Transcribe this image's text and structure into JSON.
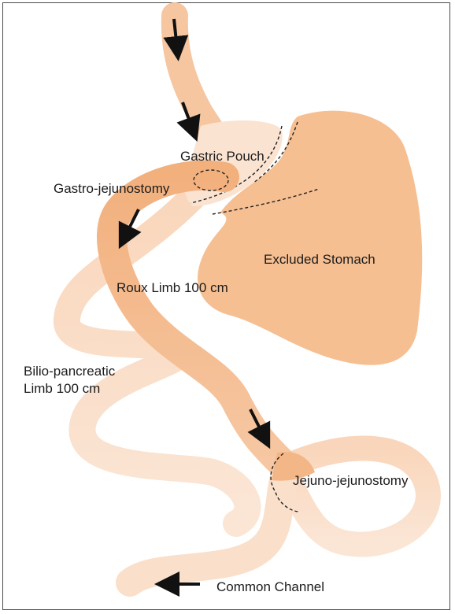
{
  "labels": {
    "gastric_pouch": "Gastric Pouch",
    "gastro_jejunostomy": "Gastro-jejunostomy",
    "excluded_stomach": "Excluded Stomach",
    "roux_limb": "Roux Limb 100 cm",
    "bilio_line1": "Bilio-pancreatic",
    "bilio_line2": "Limb 100 cm",
    "jejuno_jejunostomy": "Jejuno-jejunostomy",
    "common_channel": "Common Channel"
  },
  "colors": {
    "stomach": "#f5bf92",
    "light_bowel": "#f9d9c0",
    "roux": "#f3b787",
    "pouch": "#fbe3d1",
    "arrow": "#111111",
    "outline": "#222222"
  }
}
